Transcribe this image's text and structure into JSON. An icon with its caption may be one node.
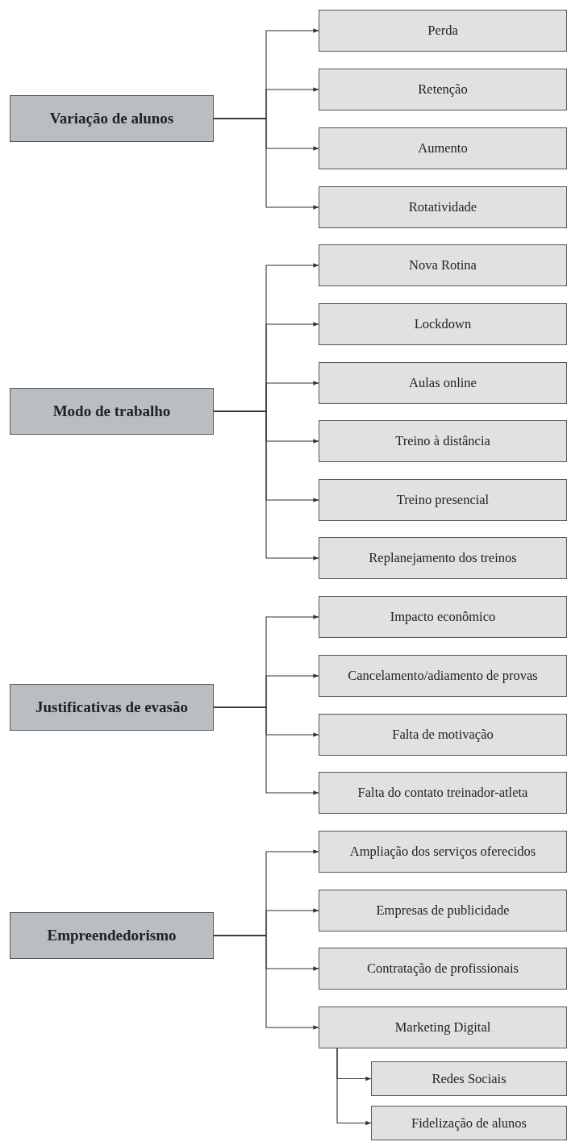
{
  "diagram": {
    "nodes": [
      {
        "text": [
          "Variação de alunos"
        ]
      },
      {
        "text": [
          "Perda"
        ]
      },
      {
        "text": [
          "Retenção"
        ]
      },
      {
        "text": [
          "Aumento"
        ]
      },
      {
        "text": [
          "Rotatividade"
        ]
      },
      {
        "text": [
          "Modo de trabalho"
        ]
      },
      {
        "text": [
          "Nova Rotina"
        ]
      },
      {
        "text": [
          "Lockdown"
        ]
      },
      {
        "text": [
          "Aulas online"
        ]
      },
      {
        "text": [
          "Treino à distância"
        ]
      },
      {
        "text": [
          "Treino presencial"
        ]
      },
      {
        "text": [
          "Replanejamento dos treinos"
        ]
      },
      {
        "text": [
          "Justificativas de evasão"
        ]
      },
      {
        "text": [
          "Impacto econômico"
        ]
      },
      {
        "text": [
          "Cancelamento/adiamento de provas"
        ]
      },
      {
        "text": [
          "Falta de motivação"
        ]
      },
      {
        "text": [
          "Falta do contato treinador-atleta"
        ]
      },
      {
        "text": [
          "Empreendedorismo"
        ]
      },
      {
        "text": [
          "Ampliação dos serviços oferecidos"
        ]
      },
      {
        "text": [
          "Empresas de publicidade"
        ]
      },
      {
        "text": [
          "Contratação de profissionais"
        ]
      },
      {
        "text": [
          "Marketing Digital"
        ]
      },
      {
        "text": [
          "Redes Sociais"
        ]
      },
      {
        "text": [
          "Fidelização de alunos"
        ]
      }
    ],
    "edges": [
      {
        "from": 0,
        "to": 1,
        "arrow": "to"
      },
      {
        "from": 0,
        "to": 2,
        "arrow": "to"
      },
      {
        "from": 0,
        "to": 3,
        "arrow": "to"
      },
      {
        "from": 0,
        "to": 4,
        "arrow": "to"
      },
      {
        "from": 5,
        "to": 6,
        "arrow": "to"
      },
      {
        "from": 5,
        "to": 7,
        "arrow": "to"
      },
      {
        "from": 5,
        "to": 8,
        "arrow": "to"
      },
      {
        "from": 5,
        "to": 9,
        "arrow": "to"
      },
      {
        "from": 5,
        "to": 10,
        "arrow": "to"
      },
      {
        "from": 5,
        "to": 11,
        "arrow": "to"
      },
      {
        "from": 12,
        "to": 13,
        "arrow": "to"
      },
      {
        "from": 12,
        "to": 14,
        "arrow": "to"
      },
      {
        "from": 12,
        "to": 15,
        "arrow": "to"
      },
      {
        "from": 12,
        "to": 16,
        "arrow": "to"
      },
      {
        "from": 17,
        "to": 18,
        "arrow": "to"
      },
      {
        "from": 17,
        "to": 19,
        "arrow": "to"
      },
      {
        "from": 17,
        "to": 20,
        "arrow": "to"
      },
      {
        "from": 17,
        "to": 21,
        "arrow": "to"
      },
      {
        "from": 21,
        "to": 22,
        "arrow": "to"
      },
      {
        "from": 21,
        "to": 23,
        "arrow": "to"
      }
    ]
  }
}
